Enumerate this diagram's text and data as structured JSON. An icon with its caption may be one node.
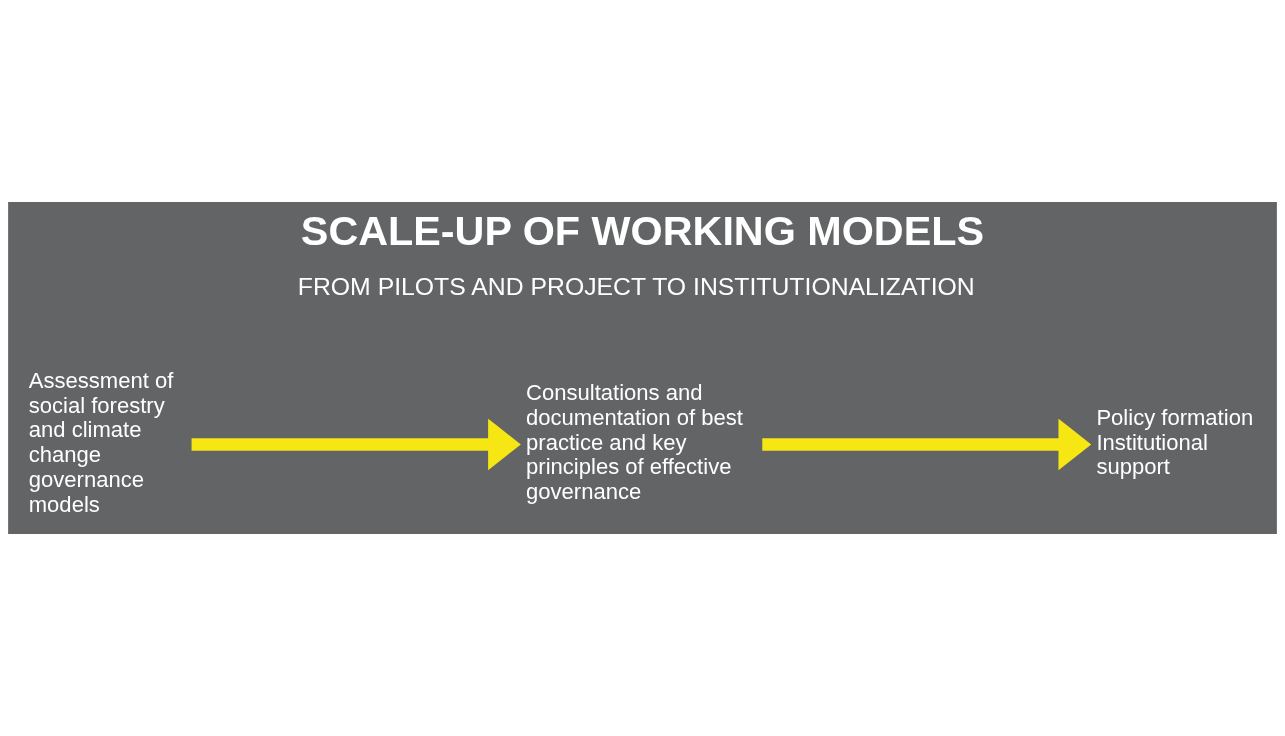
{
  "diagram": {
    "title": "SCALE-UP OF WORKING MODELS",
    "nodes": [
      {
        "text": [
          "Assessment of social forestry and climate change governance models"
        ]
      },
      {
        "text": [
          "Consultations and documentation of best practice and key principles of effective governance"
        ]
      },
      {
        "text": [
          "Policy formation",
          "Institutional support"
        ]
      }
    ],
    "edges": [
      {
        "from": 0,
        "to": 1,
        "arrow": "to"
      },
      {
        "from": 1,
        "to": 2,
        "arrow": "to"
      }
    ],
    "labels": [
      "FROM PILOTS AND PROJECT TO INSTITUTIONALIZATION"
    ]
  }
}
